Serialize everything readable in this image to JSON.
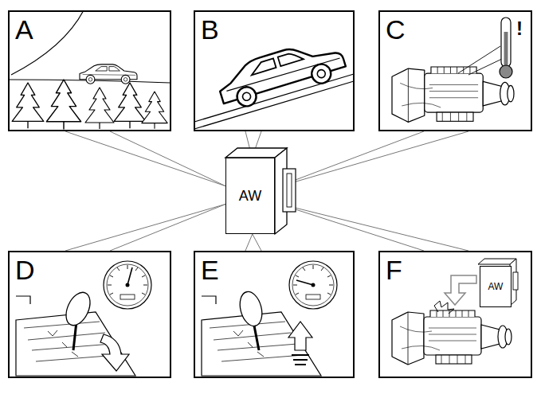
{
  "diagram": {
    "nodes": [
      {
        "text": [
          "A"
        ]
      },
      {
        "text": [
          "B"
        ]
      },
      {
        "text": [
          "C"
        ]
      },
      {
        "text": [
          "AW"
        ]
      },
      {
        "text": [
          "D"
        ]
      },
      {
        "text": [
          "E"
        ]
      },
      {
        "text": [
          "F"
        ]
      },
      {
        "text": [
          "AW"
        ],
        "in": 6
      }
    ],
    "edges": [
      {
        "from": 3,
        "to": 0,
        "arrow": "none"
      },
      {
        "from": 3,
        "to": 1,
        "arrow": "none"
      },
      {
        "from": 3,
        "to": 2,
        "arrow": "none"
      },
      {
        "from": 3,
        "to": 4,
        "arrow": "none"
      },
      {
        "from": 3,
        "to": 5,
        "arrow": "none"
      },
      {
        "from": 3,
        "to": 6,
        "arrow": "none"
      }
    ],
    "labels": [
      "!"
    ]
  }
}
